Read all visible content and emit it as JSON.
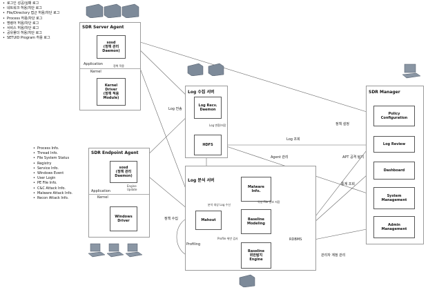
{
  "server_log_list": [
    "로그인 성공/실패 로그",
    "네트워크 허용/차단 로그",
    "File/Directory 접근 허용/차단 로그",
    "Process 허용/차단 로그",
    "명령어 허용/차단 로그",
    "서비스 허용/차단 로그",
    "공유폴더 허용/차단 로그",
    "SETUID Program 허용 로그"
  ],
  "endpoint_info_list": [
    "Process Info.",
    "Thread Info.",
    "File System Status",
    "Registry",
    "Service Info.",
    "Windows Event",
    "User Login",
    "PE File Info.",
    "C&C Attack Info.",
    "Malware Attack Info.",
    "Recon Attack Info."
  ],
  "server_agent": {
    "title": "SDR Server Agent",
    "sosd": "sosd\n(정책 관리\nDaemon)",
    "policy_apply": "정책 적용",
    "application": "Application",
    "kernel": "Kernel",
    "kernel_driver": "Kernel\nDriver\n(정책 적용\nModule)"
  },
  "endpoint_agent": {
    "title": "SDR Endpoint Agent",
    "sosd": "sosd\n(정책 관리\nDaemon)",
    "engine_update": "Engine\nUpdate",
    "application": "Application",
    "kernel": "Kernel",
    "windows_driver": "Windows\nDriver"
  },
  "log_server": {
    "title": "Log 수집 서버",
    "recv_daemon": "Log Recv.\nDaemon",
    "hdfs": "HDFS",
    "convert_store": "Log 변환/저장"
  },
  "analysis_server": {
    "title": "Log 분석 서버",
    "malware_info": "Malware\nInfo.",
    "mahout": "Mahout",
    "baseline_modeling": "Baseline\nModeling",
    "baseline_engine": "Baseline\n위반탐지\nEngine",
    "rdbms": "RDBMS",
    "collect_label": "분석 대상 Log 수신",
    "malware_store": "악성 File 정보 저장",
    "profile_check": "Profile 위반 검사",
    "profiling": "Profiling"
  },
  "manager": {
    "title": "SDR Manager",
    "policy_config": "Policy\nConfiguration",
    "log_review": "Log Review",
    "dashboard": "Dashboard",
    "system_mgmt": "System\nManagement",
    "admin_mgmt": "Admin\nManagement"
  },
  "flow_labels": {
    "log_send": "Log 전송",
    "policy_set": "정책 설정",
    "log_query": "Log 조회",
    "agent_mgmt": "Agent 관리",
    "apt_detect": "APT 공격 탐지",
    "stats_query": "통계 조회",
    "policy_collect": "정책 수집",
    "admin_account": "관리자 계정 관리"
  },
  "colors": {
    "server_icon": "#7d8a99",
    "panel_border": "#9a9a9a",
    "line": "#555555"
  }
}
